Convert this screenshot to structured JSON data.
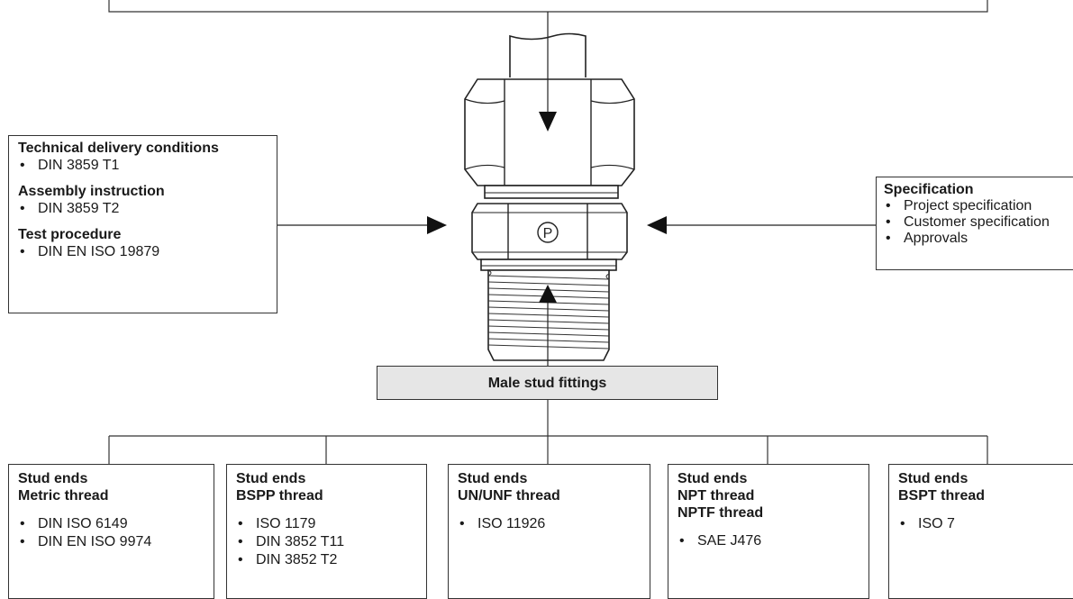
{
  "left_panel": {
    "sections": [
      {
        "heading": "Technical delivery conditions",
        "items": [
          "DIN 3859 T1"
        ]
      },
      {
        "heading": "Assembly instruction",
        "items": [
          "DIN 3859 T2"
        ]
      },
      {
        "heading": "Test procedure",
        "items": [
          "DIN EN ISO 19879"
        ]
      }
    ]
  },
  "spec_panel": {
    "heading": "Specification",
    "items": [
      "Project specification",
      "Customer specification",
      "Approvals"
    ]
  },
  "fitting": {
    "marking": "Ⓟ"
  },
  "center_box": {
    "label": "Male stud fittings"
  },
  "stud_ends": [
    {
      "line1": "Stud ends",
      "line2": "Metric thread",
      "line3": "",
      "items": [
        "DIN ISO 6149",
        "DIN EN ISO 9974"
      ]
    },
    {
      "line1": "Stud ends",
      "line2": "BSPP thread",
      "line3": "",
      "items": [
        "ISO 1179",
        "DIN 3852 T11",
        "DIN 3852 T2"
      ]
    },
    {
      "line1": "Stud ends",
      "line2": "UN/UNF thread",
      "line3": "",
      "items": [
        "ISO 11926"
      ]
    },
    {
      "line1": "Stud ends",
      "line2": "NPT thread",
      "line3": "NPTF thread",
      "items": [
        "SAE J476"
      ]
    },
    {
      "line1": "Stud ends",
      "line2": "BSPT thread",
      "line3": "",
      "items": [
        "ISO 7"
      ]
    }
  ]
}
